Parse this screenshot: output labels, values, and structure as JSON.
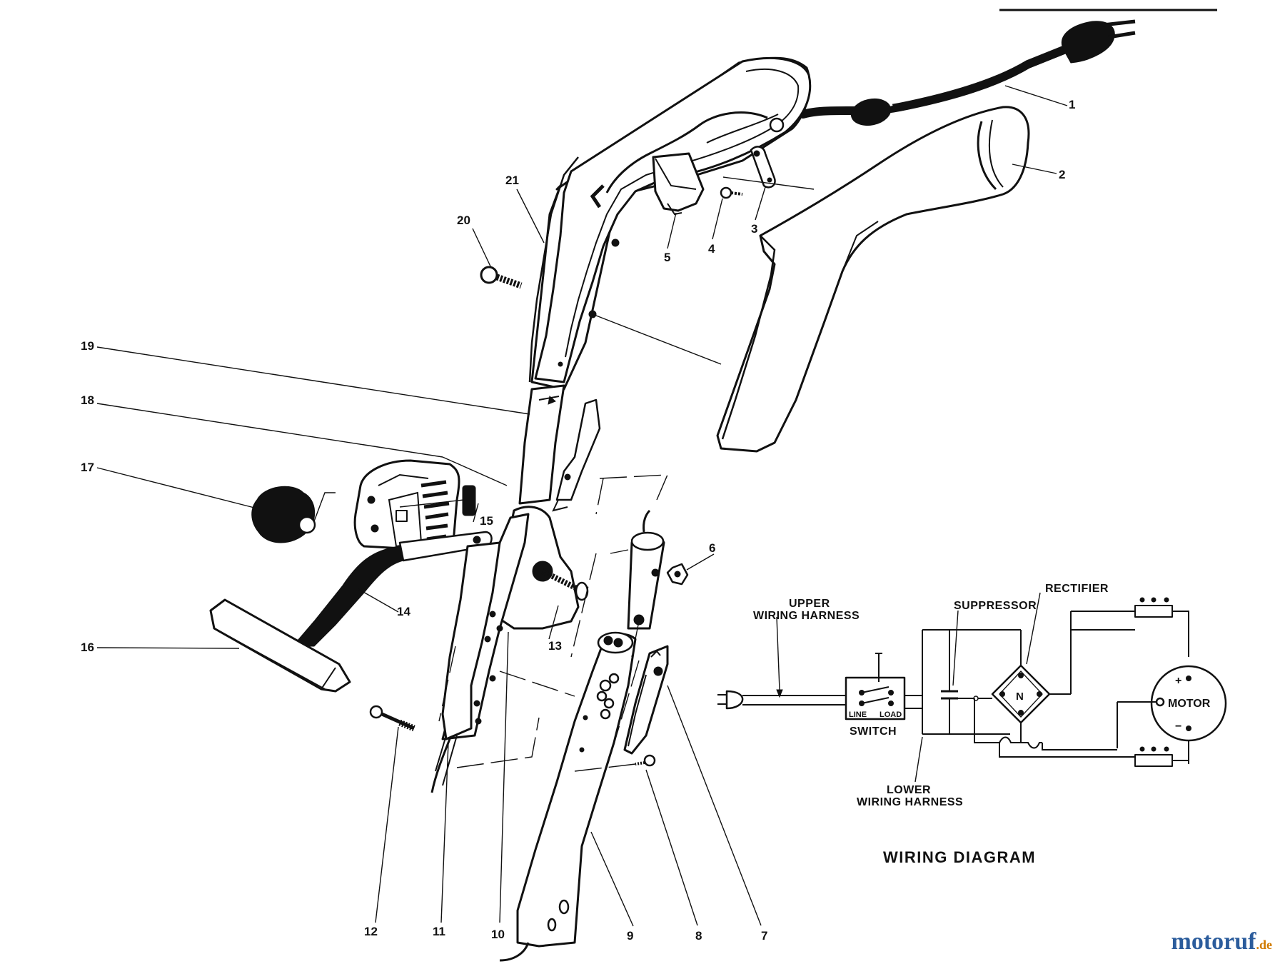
{
  "diagram": {
    "callouts": [
      "1",
      "2",
      "3",
      "4",
      "5",
      "6",
      "7",
      "8",
      "9",
      "10",
      "11",
      "12",
      "13",
      "14",
      "15",
      "16",
      "17",
      "18",
      "19",
      "20",
      "21"
    ],
    "wiring": {
      "title": "WIRING DIAGRAM",
      "upper_harness_line1": "UPPER",
      "upper_harness_line2": "WIRING HARNESS",
      "lower_harness_line1": "LOWER",
      "lower_harness_line2": "WIRING HARNESS",
      "suppressor": "SUPPRESSOR",
      "rectifier": "RECTIFIER",
      "rectifier_mark": "N",
      "switch": "SWITCH",
      "switch_line": "LINE",
      "switch_load": "LOAD",
      "motor": "MOTOR",
      "plus": "+",
      "minus": "−"
    }
  },
  "watermark": {
    "name": "motoruf",
    "tld": ".de"
  },
  "colors": {
    "ink": "#111111",
    "watermark_blue": "#2b5c9c",
    "watermark_orange": "#d07a00"
  }
}
